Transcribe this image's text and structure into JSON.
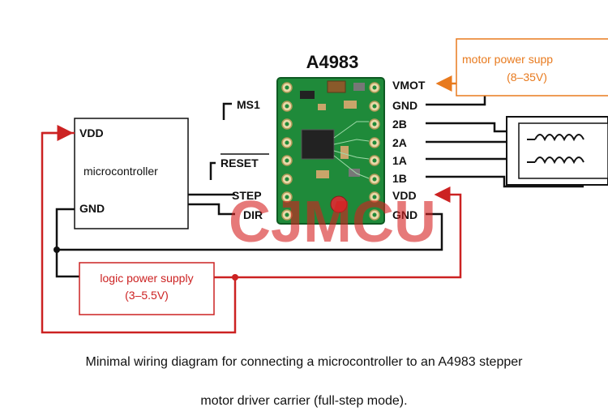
{
  "board": {
    "title": "A4983",
    "left_pins": {
      "ms1": "MS1",
      "reset": "RESET",
      "step": "STEP",
      "dir": "DIR"
    },
    "right_pins": {
      "vmot": "VMOT",
      "gnd_top": "GND",
      "b2": "2B",
      "a2": "2A",
      "a1": "1A",
      "b1": "1B",
      "vdd": "VDD",
      "gnd_bottom": "GND"
    },
    "pcb_color": "#1f8a3a"
  },
  "microcontroller": {
    "vdd_label": "VDD",
    "name": "microcontroller",
    "gnd_label": "GND"
  },
  "motor_supply": {
    "label": "motor power supp",
    "range": "(8–35V)",
    "color": "#e87a1e"
  },
  "logic_supply": {
    "label": "logic power supply",
    "range": "(3–5.5V)",
    "color": "#cc2222"
  },
  "watermark": "CJMCU",
  "caption": {
    "line1": "Minimal wiring diagram for connecting a microcontroller to an A4983 stepper",
    "line2": "motor driver carrier (full-step mode)."
  }
}
